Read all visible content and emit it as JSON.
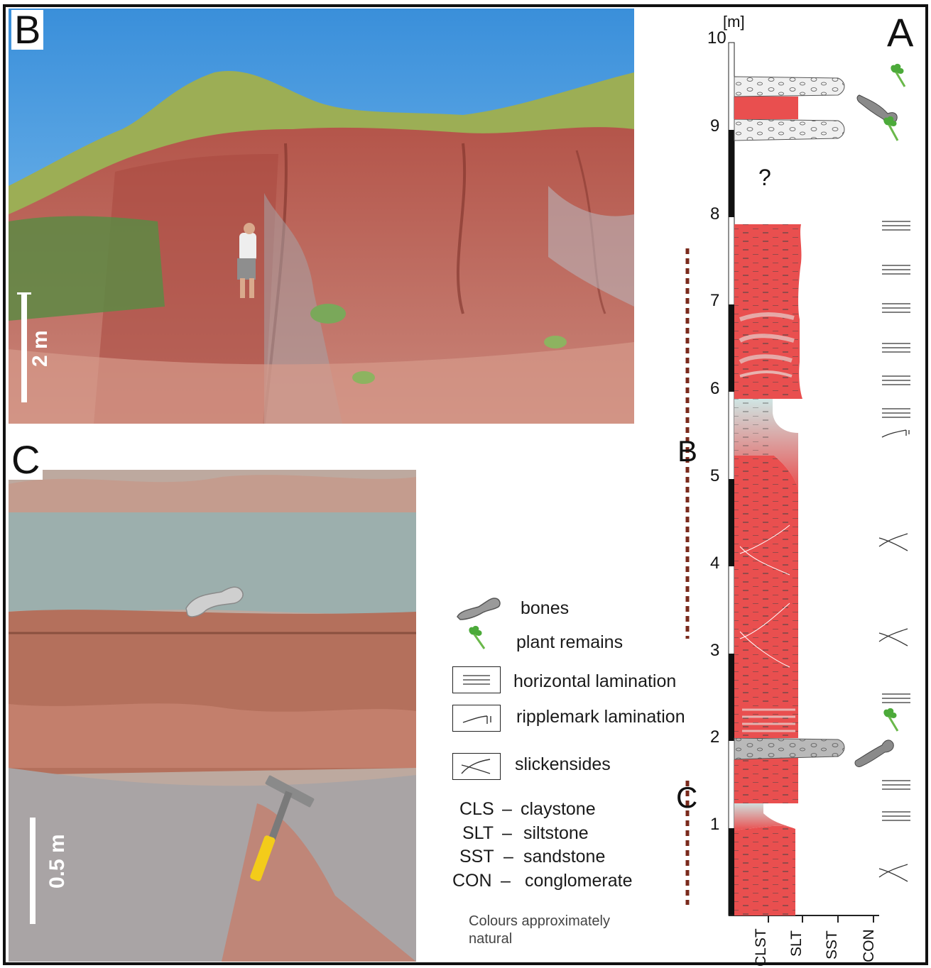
{
  "panels": {
    "a": "A",
    "b": "B",
    "c": "C"
  },
  "scale_bars": {
    "b": "2 m",
    "c": "0.5 m"
  },
  "column": {
    "unit_label": "[m]",
    "ticks": [
      "1",
      "2",
      "3",
      "4",
      "5",
      "6",
      "7",
      "8",
      "9",
      "10"
    ],
    "unknown_mark": "?",
    "marker_b": "B",
    "marker_c": "C",
    "grain_labels": [
      "CLST",
      "SLT",
      "SST",
      "CON"
    ]
  },
  "legend": {
    "items": [
      {
        "icon": "bone-icon",
        "label": "bones"
      },
      {
        "icon": "plant-icon",
        "label": "plant remains"
      },
      {
        "icon": "horizontal-lamination-icon",
        "label": "horizontal lamination"
      },
      {
        "icon": "ripplemark-lamination-icon",
        "label": "ripplemark lamination"
      },
      {
        "icon": "slickensides-icon",
        "label": "slickensides"
      }
    ],
    "abbreviations": [
      {
        "code": "CLS",
        "meaning": "claystone"
      },
      {
        "code": "SLT",
        "meaning": "siltstone"
      },
      {
        "code": "SST",
        "meaning": "sandstone"
      },
      {
        "code": "CON",
        "meaning": "conglomerate"
      }
    ],
    "note": "Colours approximately natural"
  },
  "colors": {
    "mudstone_red": "#e94f4f",
    "greenish_grey": "#cfe6e4",
    "conglomerate_grey": "#d9d9d9",
    "plant_green": "#4caa3a",
    "sky": "#3f9be0",
    "outcrop": "#c0615a"
  }
}
